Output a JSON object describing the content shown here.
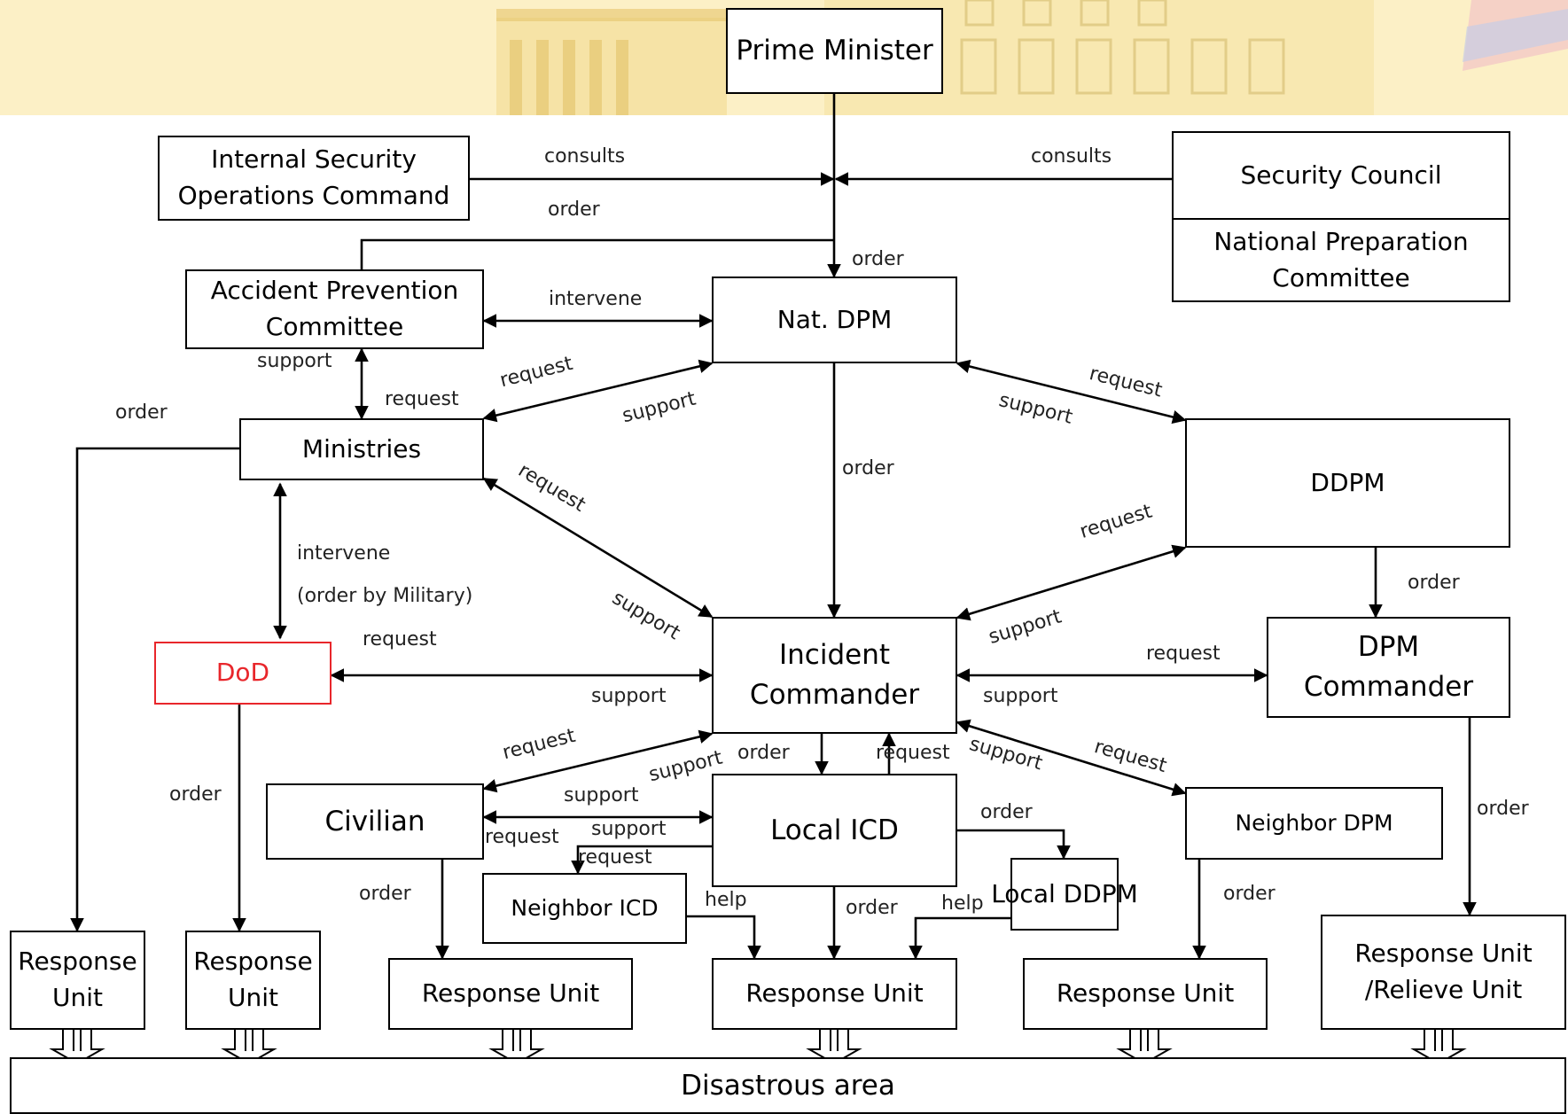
{
  "nodes": {
    "prime_minister": "Prime Minister",
    "isoc_line1": "Internal Security",
    "isoc_line2": "Operations Command",
    "security_council": "Security Council",
    "npc_line1": "National Preparation",
    "npc_line2": "Committee",
    "apc_line1": "Accident Prevention",
    "apc_line2": "Committee",
    "nat_dpm": "Nat. DPM",
    "ministries": "Ministries",
    "ddpm": "DDPM",
    "dod": "DoD",
    "incident_line1": "Incident",
    "incident_line2": "Commander",
    "dpm_cmd_line1": "DPM",
    "dpm_cmd_line2": "Commander",
    "civilian": "Civilian",
    "local_icd": "Local ICD",
    "neighbor_dpm": "Neighbor DPM",
    "neighbor_icd": "Neighbor ICD",
    "local_ddpm": "Local DDPM",
    "ru1_line1": "Response",
    "ru1_line2": "Unit",
    "ru2_line1": "Response",
    "ru2_line2": "Unit",
    "ru3": "Response Unit",
    "ru4": "Response Unit",
    "ru5": "Response Unit",
    "ru6_line1": "Response Unit",
    "ru6_line2": "/Relieve Unit",
    "disaster_area": "Disastrous area"
  },
  "labels": {
    "consults_left": "consults",
    "consults_right": "consults",
    "order_isoc": "order",
    "order_pm_natdpm": "order",
    "intervene_apc": "intervene",
    "support_apc": "support",
    "request_apc_min": "request",
    "order_min_left": "order",
    "request_min_natdpm": "request",
    "support_min_natdpm": "support",
    "request_natdpm_ddpm": "request",
    "support_natdpm_ddpm": "support",
    "order_natdpm_ic": "order",
    "request_min_ic": "request",
    "support_min_ic": "support",
    "intervene_dod": "intervene",
    "order_by_military": "(order by Military)",
    "request_ddpm_ic": "request",
    "support_ddpm_ic": "support",
    "order_ddpm_dpmcmd": "order",
    "request_dod_ic": "request",
    "support_dod_ic": "support",
    "request_ic_dpmcmd": "request",
    "support_ic_dpmcmd": "support",
    "request_ic_civ": "request",
    "support_ic_civ": "support",
    "order_ic_icd": "order",
    "request_icd_ic": "request",
    "support_ic_ndpm": "support",
    "request_ic_ndpm": "request",
    "order_dod": "order",
    "support_civ_icd_1": "support",
    "request_civ_icd_1": "request",
    "support_civ_icd_2": "support",
    "request_nicd": "request",
    "order_icd_lddpm": "order",
    "order_dpmcmd_ru": "order",
    "order_civ_ru": "order",
    "help_nicd": "help",
    "order_icd_ru": "order",
    "help_lddpm": "help",
    "order_ndpm_ru": "order"
  },
  "colors": {
    "line": "#000000",
    "dod_accent": "#e8262b",
    "banner_bg": "#fbeebd"
  }
}
